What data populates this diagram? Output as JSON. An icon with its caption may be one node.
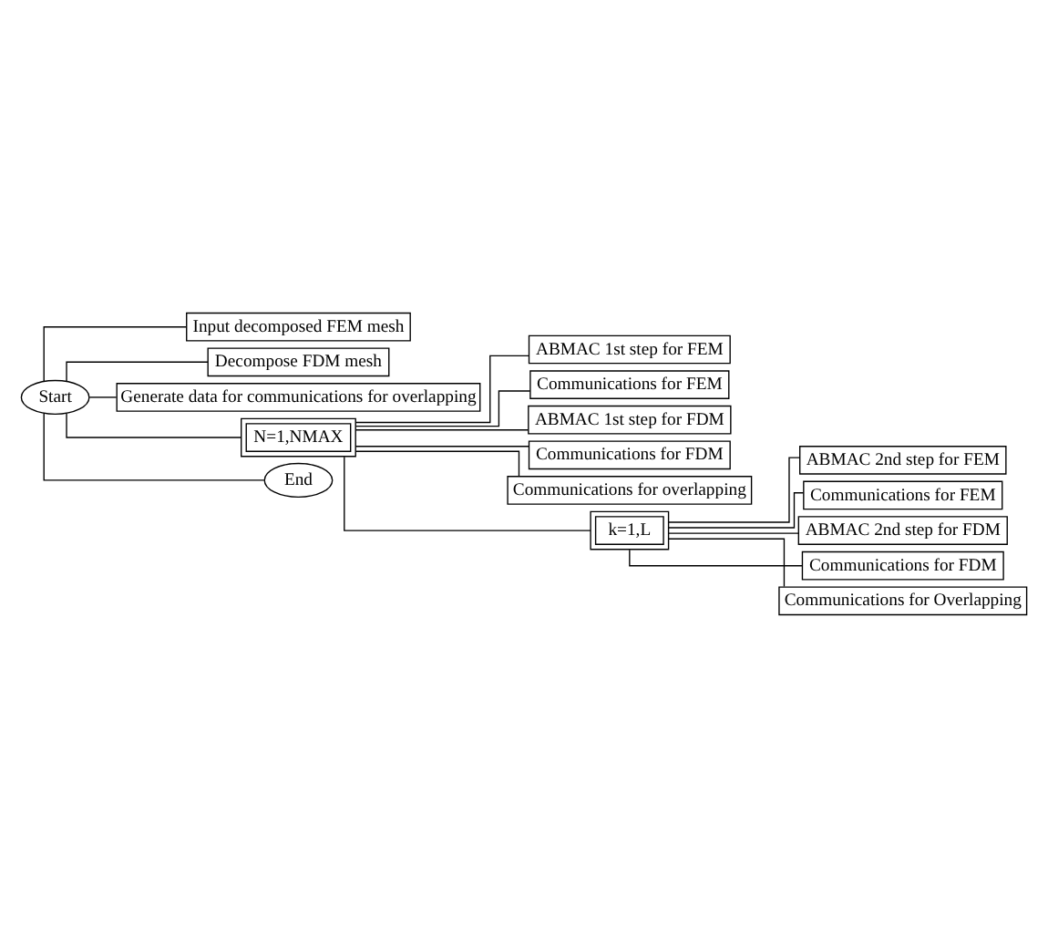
{
  "diagram": {
    "nodes": [
      {
        "text": [
          "Start"
        ]
      },
      {
        "text": [
          "Input decomposed FEM mesh"
        ]
      },
      {
        "text": [
          "Decompose FDM mesh"
        ]
      },
      {
        "text": [
          "Generate data for communications for overlapping"
        ]
      },
      {
        "text": [
          "N=1,NMAX"
        ]
      },
      {
        "text": [
          "ABMAC 1st step for FEM"
        ]
      },
      {
        "text": [
          "Communications for FEM"
        ]
      },
      {
        "text": [
          "ABMAC 1st step for FDM"
        ]
      },
      {
        "text": [
          "Communications for FDM"
        ]
      },
      {
        "text": [
          "Communications for overlapping"
        ]
      },
      {
        "text": [
          "k=1,L"
        ]
      },
      {
        "text": [
          "ABMAC 2nd step for FEM"
        ]
      },
      {
        "text": [
          "Communications for FEM"
        ]
      },
      {
        "text": [
          "ABMAC 2nd step for FDM"
        ]
      },
      {
        "text": [
          "Communications for FDM"
        ]
      },
      {
        "text": [
          "Communications for Overlapping"
        ]
      },
      {
        "text": [
          "End"
        ]
      }
    ],
    "edges": [
      {
        "from": 0,
        "to": 1,
        "arrow": "none"
      },
      {
        "from": 0,
        "to": 2,
        "arrow": "none"
      },
      {
        "from": 0,
        "to": 3,
        "arrow": "none"
      },
      {
        "from": 0,
        "to": 4,
        "arrow": "none"
      },
      {
        "from": 0,
        "to": 16,
        "arrow": "none"
      },
      {
        "from": 4,
        "to": 5,
        "arrow": "none"
      },
      {
        "from": 4,
        "to": 6,
        "arrow": "none"
      },
      {
        "from": 4,
        "to": 7,
        "arrow": "none"
      },
      {
        "from": 4,
        "to": 8,
        "arrow": "none"
      },
      {
        "from": 4,
        "to": 9,
        "arrow": "none"
      },
      {
        "from": 4,
        "to": 10,
        "arrow": "none"
      },
      {
        "from": 10,
        "to": 11,
        "arrow": "none"
      },
      {
        "from": 10,
        "to": 12,
        "arrow": "none"
      },
      {
        "from": 10,
        "to": 13,
        "arrow": "none"
      },
      {
        "from": 10,
        "to": 14,
        "arrow": "none"
      },
      {
        "from": 10,
        "to": 15,
        "arrow": "none"
      }
    ]
  }
}
